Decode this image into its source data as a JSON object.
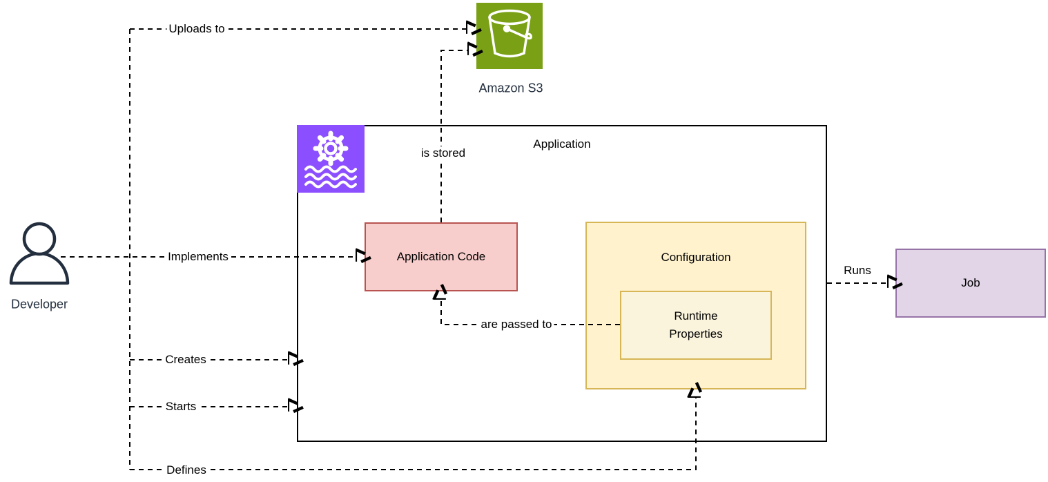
{
  "diagram": {
    "nodes": {
      "developer": {
        "label": "Developer",
        "icon": "developer-person-icon",
        "label_color": "#232F3E"
      },
      "amazon_s3": {
        "label": "Amazon S3",
        "icon": "s3-bucket-icon",
        "tile_color": "#7AA116",
        "label_color": "#232F3E"
      },
      "application": {
        "label": "Application",
        "icon": "managed-flink-icon",
        "tile_color": "#8C4FFF",
        "border": "#000000"
      },
      "application_code": {
        "label": "Application Code",
        "fill": "#F8CECC",
        "border": "#B85450"
      },
      "configuration": {
        "label": "Configuration",
        "fill": "#FFF2CC",
        "border": "#D6B656"
      },
      "runtime_properties": {
        "label": "Runtime\nProperties",
        "fill": "#FAF4DD",
        "border": "#D6B656"
      },
      "job": {
        "label": "Job",
        "fill": "#E1D5E7",
        "border": "#9673A6"
      }
    },
    "edges": [
      {
        "from": "developer",
        "to": "amazon_s3",
        "label": "Uploads to"
      },
      {
        "from": "developer",
        "to": "application_code",
        "label": "Implements"
      },
      {
        "from": "developer",
        "to": "application",
        "label": "Creates"
      },
      {
        "from": "developer",
        "to": "application",
        "label": "Starts"
      },
      {
        "from": "developer",
        "to": "runtime_properties",
        "label": "Defines"
      },
      {
        "from": "application_code",
        "to": "amazon_s3",
        "label": "is stored"
      },
      {
        "from": "runtime_properties",
        "to": "application_code",
        "label": "are passed to"
      },
      {
        "from": "application",
        "to": "job",
        "label": "Runs"
      }
    ],
    "line_style": {
      "stroke": "#000000",
      "dashed": true
    }
  }
}
